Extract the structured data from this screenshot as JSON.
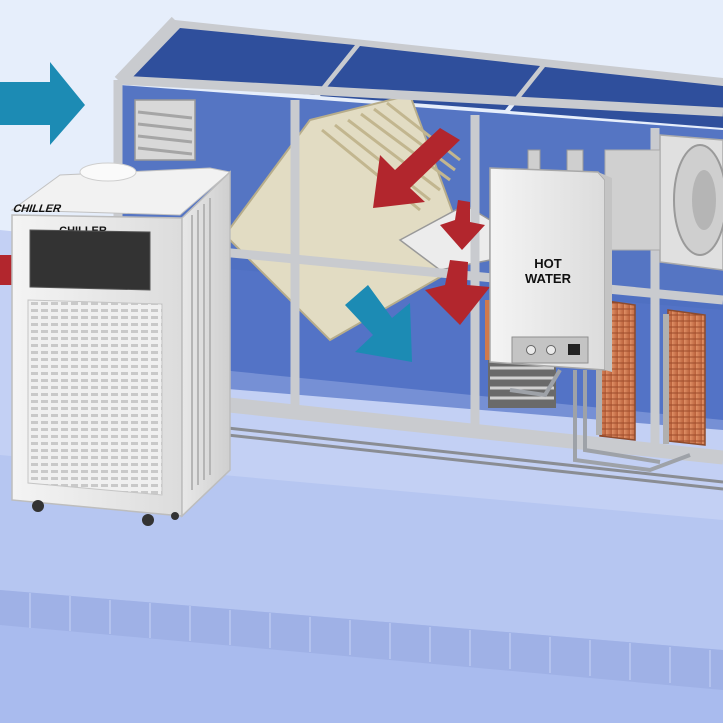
{
  "labels": {
    "chiller_top": "CHILLER",
    "chiller_front": "CHILLER",
    "boiler_line1": "HOT",
    "boiler_line2": "WATER"
  },
  "colors": {
    "background": "#e6eefb",
    "floor": "#b9c8f2",
    "floor_edge": "#9fb1e6",
    "roof_panel": "#2f4f9c",
    "frame": "#c9cbcf",
    "arrow_blue": "#1c8bb4",
    "arrow_red": "#b2262d",
    "heat_wheel": "#e2dcc3",
    "coil_copper": "#d27a4d"
  },
  "icons": [
    "flow-arrow-blue",
    "flow-arrow-red",
    "fan-icon",
    "dial-icon",
    "switch-icon"
  ]
}
